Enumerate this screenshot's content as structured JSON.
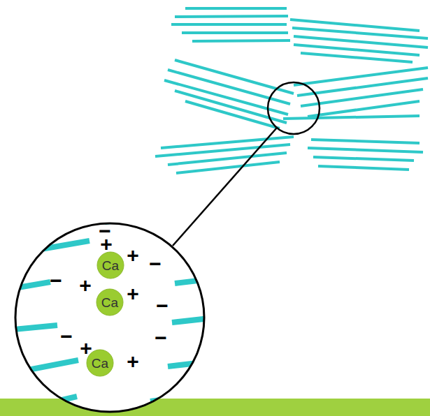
{
  "diagram": {
    "nodes": [
      {
        "text": [
          "Ca"
        ]
      },
      {
        "text": [
          "Ca"
        ]
      },
      {
        "text": [
          "Ca"
        ]
      }
    ],
    "labels": [
      "−",
      "+",
      "+",
      "−",
      "−",
      "+",
      "+",
      "−",
      "−",
      "+",
      "−",
      "+"
    ]
  }
}
